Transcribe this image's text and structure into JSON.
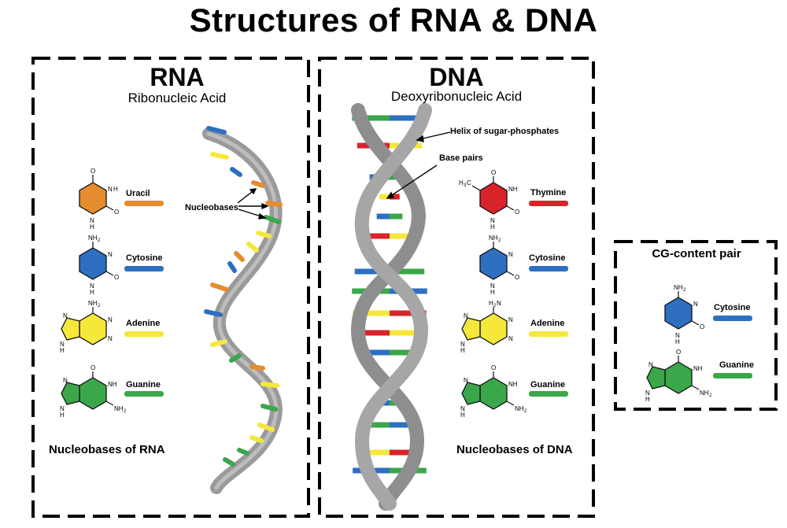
{
  "title": "Structures of RNA & DNA",
  "rna": {
    "heading": "RNA",
    "subheading": "Ribonucleic Acid",
    "annotation": "Nucleobases",
    "caption": "Nucleobases of RNA",
    "bases": [
      {
        "name": "Uracil",
        "color": "#e58c2e"
      },
      {
        "name": "Cytosine",
        "color": "#2e6fc1"
      },
      {
        "name": "Adenine",
        "color": "#f5e83a"
      },
      {
        "name": "Guanine",
        "color": "#3aa74a"
      }
    ]
  },
  "dna": {
    "heading": "DNA",
    "subheading": "Deoxyribonucleic Acid",
    "annotation_helix": "Helix of sugar-phosphates",
    "annotation_pairs": "Base pairs",
    "caption": "Nucleobases of DNA",
    "bases": [
      {
        "name": "Thymine",
        "color": "#d8232a"
      },
      {
        "name": "Cytosine",
        "color": "#2e6fc1"
      },
      {
        "name": "Adenine",
        "color": "#f5e83a"
      },
      {
        "name": "Guanine",
        "color": "#3aa74a"
      }
    ]
  },
  "cg": {
    "heading": "CG-content pair",
    "bases": [
      {
        "name": "Cytosine",
        "color": "#2e6fc1"
      },
      {
        "name": "Guanine",
        "color": "#3aa74a"
      }
    ]
  },
  "atoms": {
    "n": "N",
    "h": "H",
    "o": "O",
    "nh2": "NH",
    "h2n": "H",
    "two": "2",
    "h3c": "H",
    "three": "3",
    "c": "C"
  },
  "colors": {
    "backbone": "#9a9a9a",
    "backbone_dark": "#7d7d7d",
    "uracil": "#e58c2e",
    "cytosine": "#2e6fc1",
    "adenine": "#f5e83a",
    "guanine": "#3aa74a",
    "thymine": "#d8232a"
  }
}
